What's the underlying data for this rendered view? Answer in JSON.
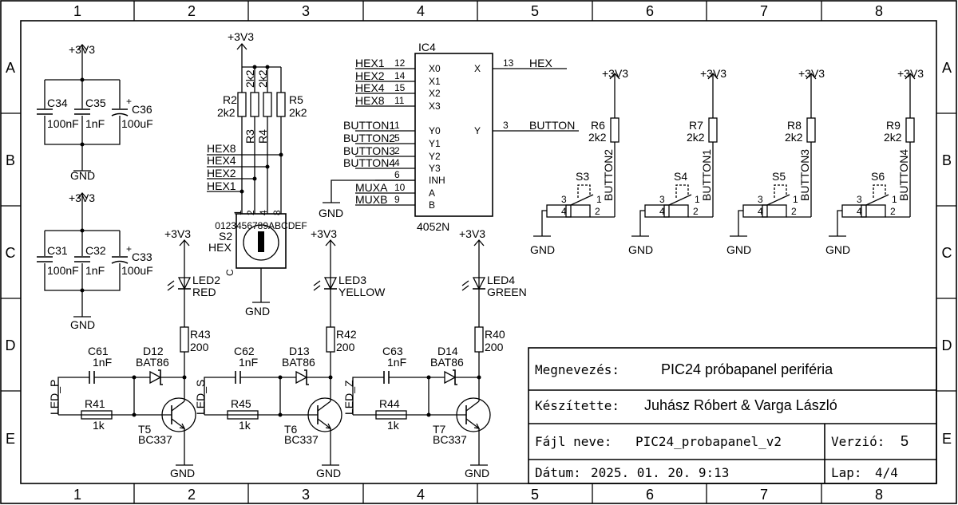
{
  "frame": {
    "columns": [
      "1",
      "2",
      "3",
      "4",
      "5",
      "6",
      "7",
      "8"
    ],
    "rows": [
      "A",
      "B",
      "C",
      "D",
      "E"
    ]
  },
  "power": {
    "vcc": "+3V3",
    "gnd": "GND"
  },
  "capacitors": {
    "c34": {
      "ref": "C34",
      "value": "100nF"
    },
    "c35": {
      "ref": "C35",
      "value": "1nF"
    },
    "c36": {
      "ref": "C36",
      "value": "100uF"
    },
    "c31": {
      "ref": "C31",
      "value": "100nF"
    },
    "c32": {
      "ref": "C32",
      "value": "1nF"
    },
    "c33": {
      "ref": "C33",
      "value": "100uF"
    },
    "c61": {
      "ref": "C61",
      "value": "1nF"
    },
    "c62": {
      "ref": "C62",
      "value": "1nF"
    },
    "c63": {
      "ref": "C63",
      "value": "1nF"
    },
    "plus": "+"
  },
  "resistors": {
    "r2": {
      "ref": "R2",
      "value": "2k2"
    },
    "r3": {
      "ref": "R3",
      "value": "2k2"
    },
    "r4": {
      "ref": "R4",
      "value": "2k2"
    },
    "r5": {
      "ref": "R5",
      "value": "2k2"
    },
    "r6": {
      "ref": "R6",
      "value": "2k2"
    },
    "r7": {
      "ref": "R7",
      "value": "2k2"
    },
    "r8": {
      "ref": "R8",
      "value": "2k2"
    },
    "r9": {
      "ref": "R9",
      "value": "2k2"
    },
    "r40": {
      "ref": "R40",
      "value": "200"
    },
    "r42": {
      "ref": "R42",
      "value": "200"
    },
    "r43": {
      "ref": "R43",
      "value": "200"
    },
    "r41": {
      "ref": "R41",
      "value": "1k"
    },
    "r44": {
      "ref": "R44",
      "value": "1k"
    },
    "r45": {
      "ref": "R45",
      "value": "1k"
    }
  },
  "hex_switch": {
    "ref": "S2",
    "value": "HEX",
    "common": "C",
    "pins": [
      "1",
      "2",
      "4",
      "8"
    ],
    "dial": "0123456789ABCDEF",
    "nets": [
      "HEX8",
      "HEX4",
      "HEX2",
      "HEX1"
    ]
  },
  "ic4": {
    "ref": "IC4",
    "part": "4052N",
    "left_pins": [
      {
        "net": "HEX1",
        "num": "12",
        "name": "X0"
      },
      {
        "net": "HEX2",
        "num": "14",
        "name": "X1"
      },
      {
        "net": "HEX4",
        "num": "15",
        "name": "X2"
      },
      {
        "net": "HEX8",
        "num": "11",
        "name": "X3"
      },
      {
        "net": "BUTTON1",
        "num": "1",
        "name": "Y0"
      },
      {
        "net": "BUTTON2",
        "num": "5",
        "name": "Y1"
      },
      {
        "net": "BUTTON3",
        "num": "2",
        "name": "Y2"
      },
      {
        "net": "BUTTON4",
        "num": "4",
        "name": "Y3"
      },
      {
        "net": "",
        "num": "6",
        "name": "INH"
      },
      {
        "net": "MUXA",
        "num": "10",
        "name": "A"
      },
      {
        "net": "MUXB",
        "num": "9",
        "name": "B"
      }
    ],
    "right_pins": [
      {
        "net": "HEX",
        "num": "13",
        "name": "X"
      },
      {
        "net": "BUTTON",
        "num": "3",
        "name": "Y"
      }
    ]
  },
  "buttons": [
    {
      "ref": "S3",
      "net": "BUTTON2",
      "res": "R6"
    },
    {
      "ref": "S4",
      "net": "BUTTON1",
      "res": "R7"
    },
    {
      "ref": "S5",
      "net": "BUTTON3",
      "res": "R8"
    },
    {
      "ref": "S6",
      "net": "BUTTON4",
      "res": "R9"
    }
  ],
  "switch_pins": {
    "p1": "1",
    "p2": "2",
    "p3": "3",
    "p4": "4"
  },
  "leds": {
    "led2": {
      "ref": "LED2",
      "color": "RED",
      "net": "LED_P"
    },
    "led3": {
      "ref": "LED3",
      "color": "YELLOW",
      "net": "LED_S"
    },
    "led4": {
      "ref": "LED4",
      "color": "GREEN",
      "net": "LED_Z"
    }
  },
  "diodes": {
    "d12": "D12",
    "d13": "D13",
    "d14": "D14",
    "part": "BAT86"
  },
  "transistors": {
    "t5": "T5",
    "t6": "T6",
    "t7": "T7",
    "part": "BC337"
  },
  "title_block": {
    "name_label": "Megnevezés:",
    "name_value": "PIC24 próbapanel periféria",
    "author_label": "Készítette:",
    "author_value": "Juhász Róbert & Varga László",
    "file_label": "Fájl neve:",
    "file_value": "PIC24_probapanel_v2",
    "version_label": "Verzió:",
    "version_value": "5",
    "date_label": "Dátum:",
    "date_value": "2025. 01. 20. 9:13",
    "sheet_label": "Lap:",
    "sheet_value": "4/4"
  }
}
